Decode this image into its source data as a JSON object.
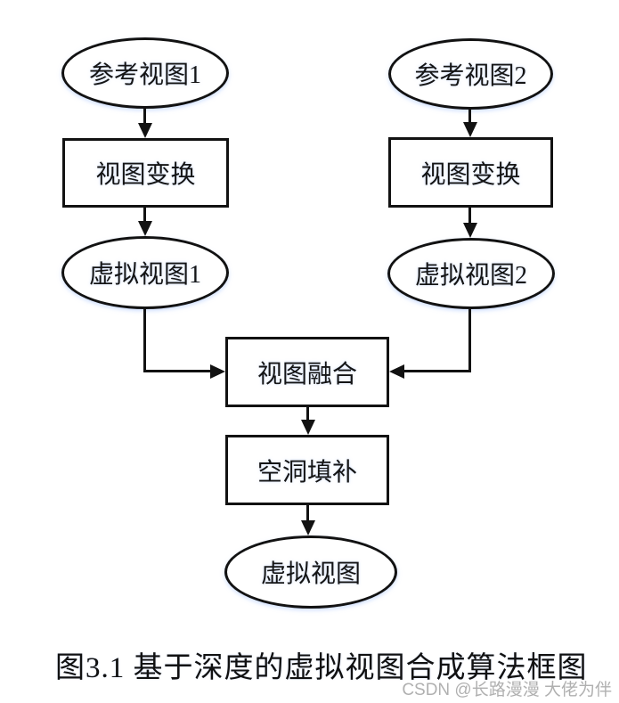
{
  "diagram": {
    "caption": "图3.1 基于深度的虚拟视图合成算法框图",
    "nodes": {
      "ref1": {
        "label": "参考视图1",
        "shape": "ellipse"
      },
      "ref2": {
        "label": "参考视图2",
        "shape": "ellipse"
      },
      "transform1": {
        "label": "视图变换",
        "shape": "rect"
      },
      "transform2": {
        "label": "视图变换",
        "shape": "rect"
      },
      "virtual1": {
        "label": "虚拟视图1",
        "shape": "ellipse"
      },
      "virtual2": {
        "label": "虚拟视图2",
        "shape": "ellipse"
      },
      "fusion": {
        "label": "视图融合",
        "shape": "rect"
      },
      "hole_fill": {
        "label": "空洞填补",
        "shape": "rect"
      },
      "virtual_out": {
        "label": "虚拟视图",
        "shape": "ellipse"
      }
    },
    "edges": [
      {
        "from": "ref1",
        "to": "transform1"
      },
      {
        "from": "ref2",
        "to": "transform2"
      },
      {
        "from": "transform1",
        "to": "virtual1"
      },
      {
        "from": "transform2",
        "to": "virtual2"
      },
      {
        "from": "virtual1",
        "to": "fusion"
      },
      {
        "from": "virtual2",
        "to": "fusion"
      },
      {
        "from": "fusion",
        "to": "hole_fill"
      },
      {
        "from": "hole_fill",
        "to": "virtual_out"
      }
    ],
    "colors": {
      "line": "#121212",
      "text": "#151515",
      "background": "#ffffff"
    }
  },
  "watermark": {
    "text": "CSDN @长路漫漫 大佬为伴",
    "color": "#b0b0b0"
  }
}
